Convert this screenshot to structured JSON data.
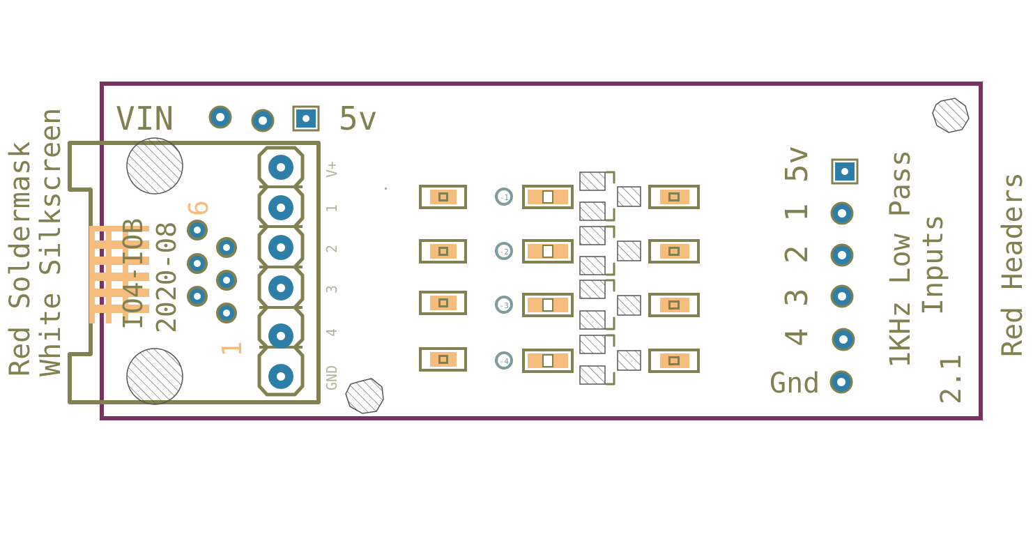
{
  "colors": {
    "background": "#ffffff",
    "board_outline": "#7a3360",
    "silkscreen": "#808050",
    "pad_blue": "#2e7fa8",
    "pad_copper": "#f6bc7e",
    "hatch": "#555555",
    "small_via": "#7f9c9c",
    "dim_text": "#b4b49a"
  },
  "legend": {
    "line1": "Red Soldermask",
    "line2": "White Silkscreen",
    "right": "Red Headers"
  },
  "power_header": {
    "vin_label": "VIN",
    "five_v_label": "5v"
  },
  "rj45": {
    "part_label": "IO4-IOB",
    "date_label": "2020-08",
    "pin_high": "6",
    "pin_low": "1"
  },
  "terminal_block": {
    "labels": [
      "V+",
      "1",
      "2",
      "3",
      "4",
      "GND"
    ]
  },
  "resistor_labels": [
    "1-1",
    "1-2",
    "1-3",
    "1-4"
  ],
  "output_header": {
    "labels": [
      "5v",
      "1",
      "2",
      "3",
      "4",
      "Gnd"
    ]
  },
  "title": {
    "line1": "1KHz Low Pass",
    "line2": "Inputs",
    "version": "2.1"
  }
}
